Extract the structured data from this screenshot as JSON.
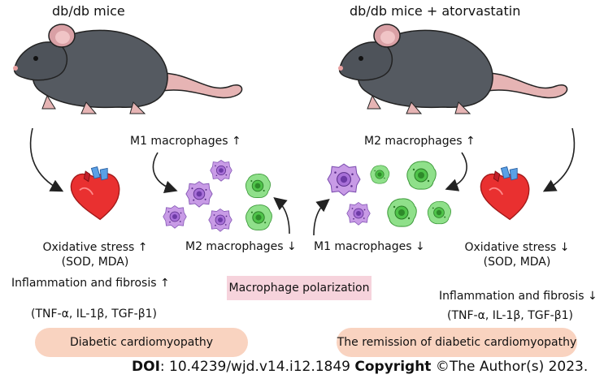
{
  "left_panel": {
    "title": "db/db mice",
    "m1_label": "M1 macrophages ↑",
    "m2_label": "M2 macrophages ↓",
    "oxidative_label": "Oxidative stress ↑",
    "oxidative_markers": "(SOD, MDA)",
    "inflammation_label": "Inflammation and fibrosis ↑",
    "cytokines": "(TNF-α, IL-1β, TGF-β1)",
    "outcome": "Diabetic cardiomyopathy"
  },
  "right_panel": {
    "title": "db/db mice + atorvastatin",
    "m2_label": "M2 macrophages ↑",
    "m1_label": "M1 macrophages ↓",
    "oxidative_label": "Oxidative stress ↓",
    "oxidative_markers": "(SOD, MDA)",
    "inflammation_label": "Inflammation and fibrosis ↓",
    "cytokines": "(TNF-α, IL-1β, TGF-β1)",
    "outcome": "The remission of diabetic cardiomyopathy"
  },
  "center_tag": "Macrophage polarization",
  "footer": {
    "doi_label": "DOI",
    "doi_value": ": 10.4239/wjd.v14.i12.1849",
    "copyright_label": "Copyright",
    "copyright_value": " ©The Author(s) 2023."
  },
  "colors": {
    "mouse_body": "#555a61",
    "mouse_ear": "#e8b4b4",
    "heart_red": "#e93030",
    "heart_blue": "#5aa0e6",
    "m1_purple": "#c89be6",
    "m2_green": "#8fe08a",
    "pill_bg": "#f9d3c0",
    "tag_bg": "#f6d3dc"
  }
}
